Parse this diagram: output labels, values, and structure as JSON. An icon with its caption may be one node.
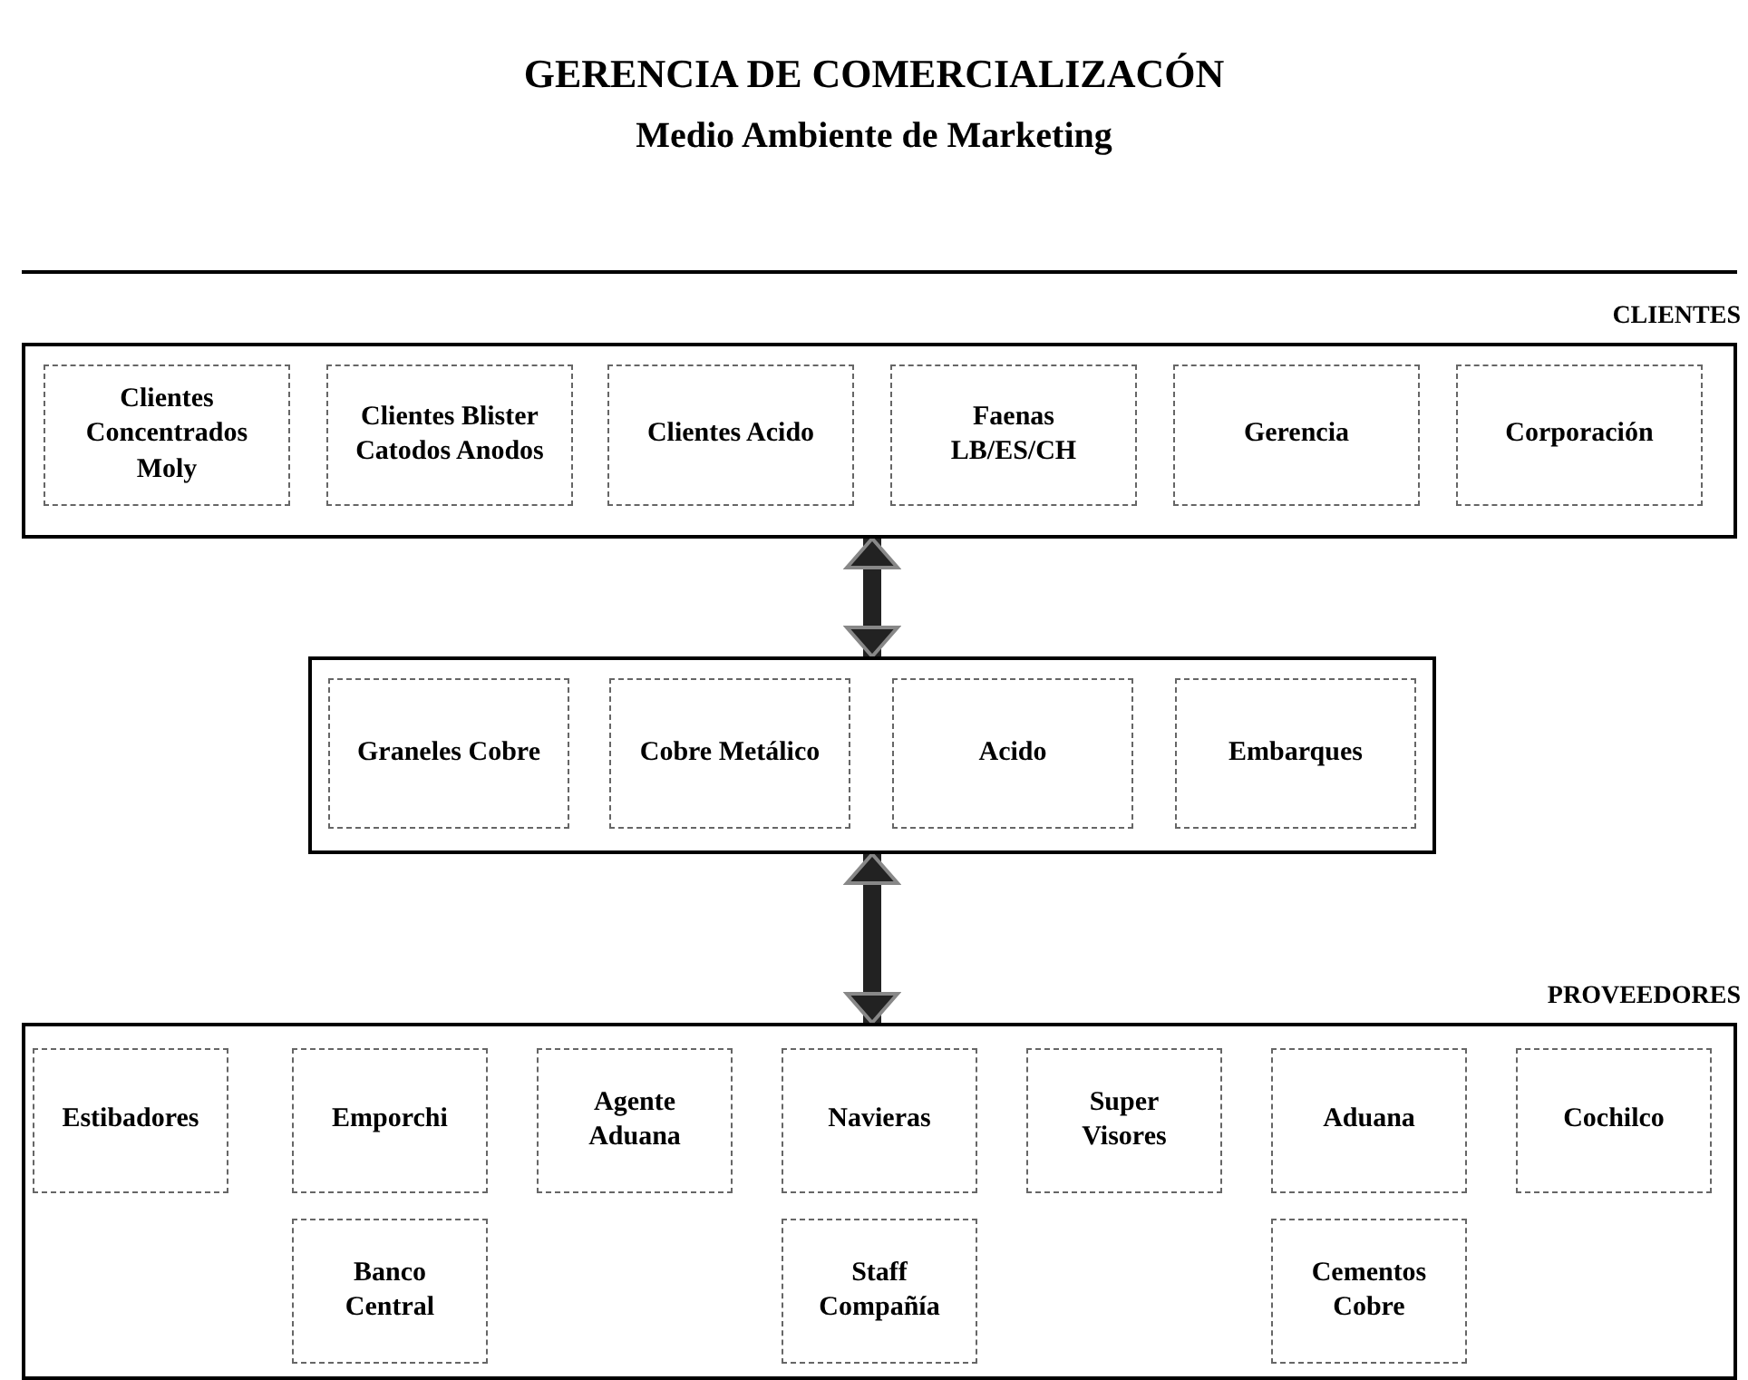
{
  "diagram": {
    "title": "GERENCIA DE COMERCIALIZACÓN",
    "nodes": [
      {
        "text": [
          "CLIENTES"
        ]
      },
      {
        "text": [
          "Clientes Concentrados Moly"
        ],
        "in": 0
      },
      {
        "text": [
          "Clientes Blister Catodos Anodos"
        ],
        "in": 0
      },
      {
        "text": [
          "Clientes Acido"
        ],
        "in": 0
      },
      {
        "text": [
          "Faenas LB/ES/CH"
        ],
        "in": 0
      },
      {
        "text": [
          "Gerencia"
        ],
        "in": 0
      },
      {
        "text": [
          "Corporación"
        ],
        "in": 0
      },
      {
        "text": [],
        "shape": "box"
      },
      {
        "text": [
          "Graneles Cobre"
        ],
        "in": 7
      },
      {
        "text": [
          "Cobre Metálico"
        ],
        "in": 7
      },
      {
        "text": [
          "Acido"
        ],
        "in": 7
      },
      {
        "text": [
          "Embarques"
        ],
        "in": 7
      },
      {
        "text": [
          "PROVEEDORES"
        ]
      },
      {
        "text": [
          "Estibadores"
        ],
        "in": 12
      },
      {
        "text": [
          "Emporchi"
        ],
        "in": 12
      },
      {
        "text": [
          "Agente Aduana"
        ],
        "in": 12
      },
      {
        "text": [
          "Navieras"
        ],
        "in": 12
      },
      {
        "text": [
          "Super Visores"
        ],
        "in": 12
      },
      {
        "text": [
          "Aduana"
        ],
        "in": 12
      },
      {
        "text": [
          "Cochilco"
        ],
        "in": 12
      },
      {
        "text": [
          "Banco Central"
        ],
        "in": 12
      },
      {
        "text": [
          "Staff Compañía"
        ],
        "in": 12
      },
      {
        "text": [
          "Cementos Cobre"
        ],
        "in": 12
      }
    ],
    "edges": [
      {
        "from": 0,
        "to": 7,
        "arrow": "both"
      },
      {
        "from": 7,
        "to": 12,
        "arrow": "both"
      }
    ],
    "labels": [
      "Medio Ambiente de Marketing"
    ]
  }
}
